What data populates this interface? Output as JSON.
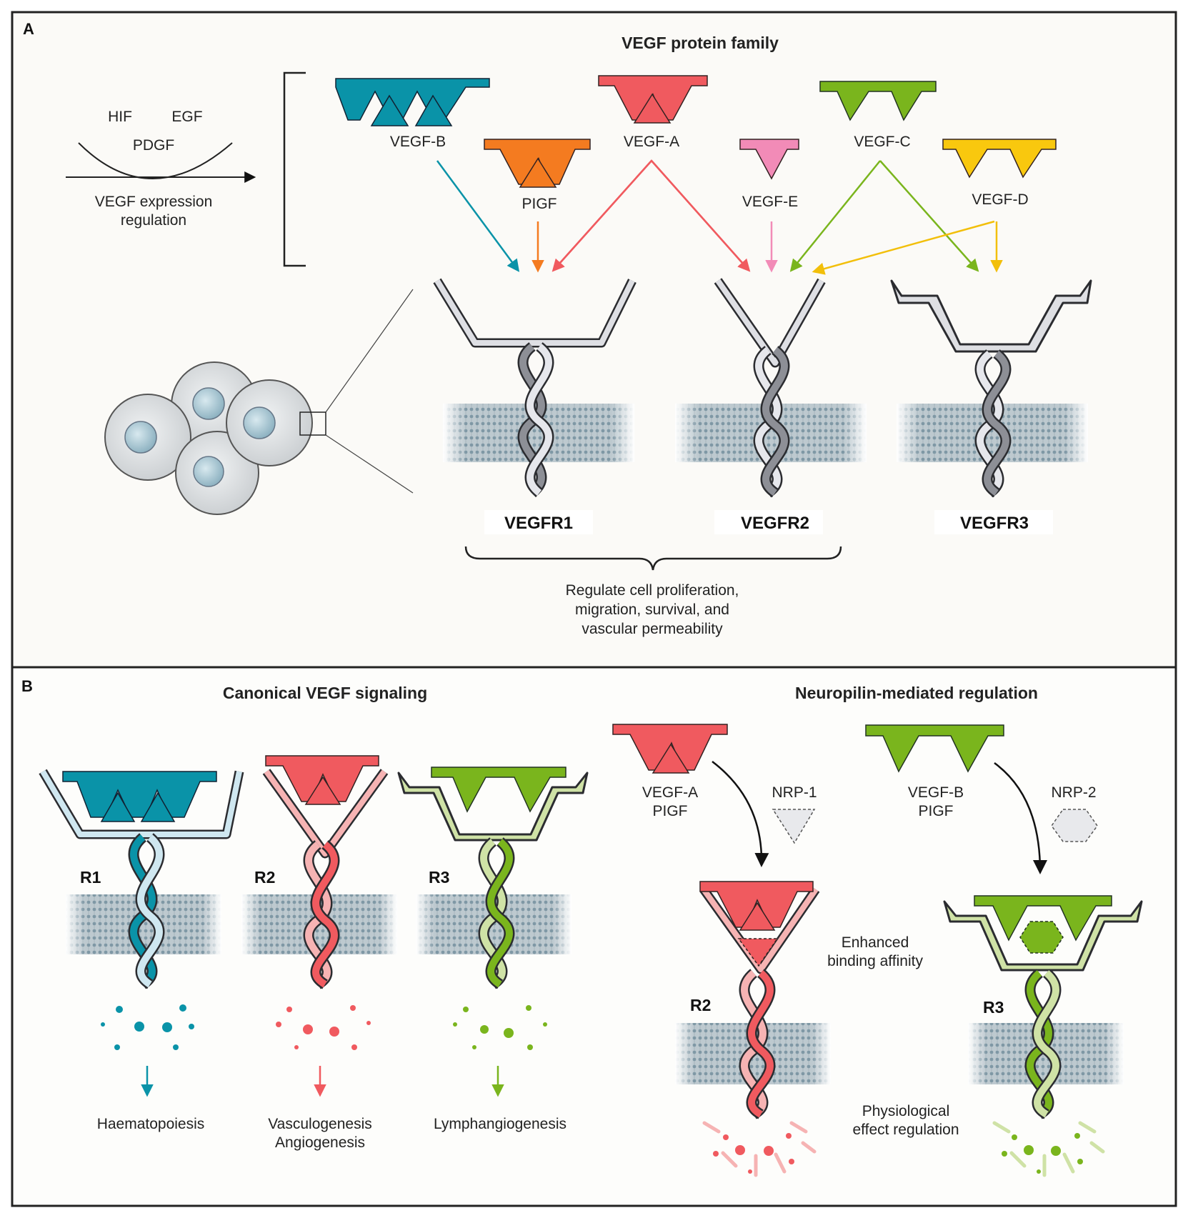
{
  "panel_a": {
    "letter": "A",
    "title": "VEGF protein family",
    "regulators": [
      "HIF",
      "EGF",
      "PDGF"
    ],
    "regulation_caption": [
      "VEGF expression",
      "regulation"
    ],
    "ligands": {
      "vegf_b": "VEGF-B",
      "vegf_a": "VEGF-A",
      "vegf_c": "VEGF-C",
      "pigf": "PIGF",
      "vegf_e": "VEGF-E",
      "vegf_d": "VEGF-D"
    },
    "receptors": [
      "VEGFR1",
      "VEGFR2",
      "VEGFR3"
    ],
    "function_caption": [
      "Regulate cell proliferation,",
      "migration, survival, and",
      "vascular permeability"
    ]
  },
  "panel_b": {
    "letter": "B",
    "canonical_title": "Canonical VEGF signaling",
    "neuropilin_title": "Neuropilin-mediated regulation",
    "receptor_labels": [
      "R1",
      "R2",
      "R3"
    ],
    "outcomes": {
      "r1": [
        "Haematopoiesis"
      ],
      "r2": [
        "Vasculogenesis",
        "Angiogenesis"
      ],
      "r3": [
        "Lymphangiogenesis"
      ]
    },
    "nrp1": {
      "ligands": [
        "VEGF-A",
        "PIGF"
      ],
      "coreceptor": "NRP-1",
      "receptor": "R2",
      "effect": [
        "Enhanced",
        "binding affinity"
      ]
    },
    "nrp2": {
      "ligands": [
        "VEGF-B",
        "PIGF"
      ],
      "coreceptor": "NRP-2",
      "receptor": "R3"
    },
    "shared_effect": [
      "Physiological",
      "effect regulation"
    ]
  },
  "colors": {
    "vegf_b": "#0a93a8",
    "vegf_a": "#f05a5f",
    "pigf": "#f47b20",
    "vegf_e": "#f28bb7",
    "vegf_c": "#7ab51d",
    "vegf_d": "#f9c80e",
    "membrane": "#8fa7b3",
    "receptor_grey": "#9a9ca3"
  }
}
